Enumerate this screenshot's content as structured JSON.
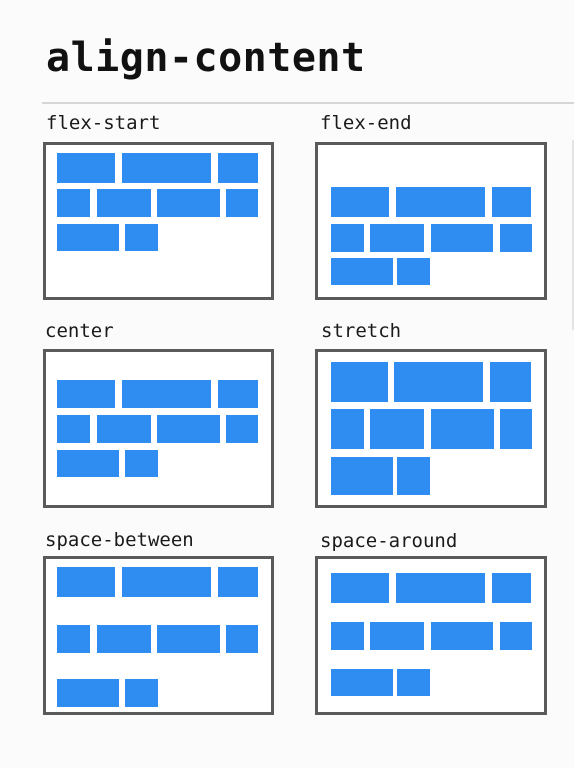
{
  "title": "align-content",
  "colors": {
    "item": "#2f8cf0",
    "panel_border": "#5a5a5a",
    "panel_background": "#ffffff",
    "page_background": "#fbfbfb",
    "text": "#111111"
  },
  "examples": [
    {
      "name": "flex-start"
    },
    {
      "name": "flex-end"
    },
    {
      "name": "center"
    },
    {
      "name": "stretch"
    },
    {
      "name": "space-between"
    },
    {
      "name": "space-around"
    }
  ]
}
